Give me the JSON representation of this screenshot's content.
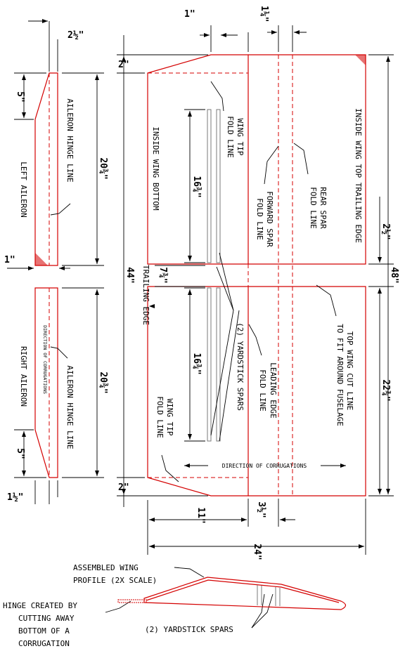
{
  "dimensions": {
    "d_1_top": "1\"",
    "d_1_1_4": "1¼\"",
    "d_2_1_2_top": "2½\"",
    "d_2_top": "2\"",
    "d_5_top": "5\"",
    "d_20_3_4_top": "20¾\"",
    "d_16_3_4_top": "16¾\"",
    "d_44": "44\"",
    "d_48": "48\"",
    "d_2_1_2_right": "2½\"",
    "d_1_mid": "1\"",
    "d_7_3_4": "7¾\"",
    "d_16_3_4_bot": "16¾\"",
    "d_20_3_4_bot": "20¾\"",
    "d_22_3_4": "22¾\"",
    "d_5_bot": "5\"",
    "d_2_bot": "2\"",
    "d_1_1_2": "1½\"",
    "d_11": "11\"",
    "d_3_1_2": "3½\"",
    "d_24": "24\""
  },
  "labels": {
    "left_aileron": "LEFT AILERON",
    "right_aileron": "RIGHT AILERON",
    "aileron_hinge_top": "AILERON HINGE LINE",
    "aileron_hinge_bot": "AILERON HINGE LINE",
    "direction_small": "DIRECTION OF CORRUGATIONS",
    "inside_bottom_1": "INSIDE WING BOTTOM",
    "inside_bottom_2": "TRAILING EDGE",
    "wing_tip_top_1": "WING TIP",
    "wing_tip_top_2": "FOLD LINE",
    "forward_spar_1": "FORWARD SPAR",
    "forward_spar_2": "FOLD LINE",
    "rear_spar_1": "REAR SPAR",
    "rear_spar_2": "FOLD LINE",
    "inside_top": "INSIDE WING TOP TRAILING EDGE",
    "yardstick_spars": "(2) YARDSTICK SPARS",
    "leading_edge_1": "LEADING EDGE",
    "leading_edge_2": "FOLD LINE",
    "top_cut_1": "TOP WING CUT LINE",
    "top_cut_2": "TO FIT AROUND FUSELAGE",
    "wing_tip_bot_1": "WING TIP",
    "wing_tip_bot_2": "FOLD LINE",
    "direction_main": "DIRECTION OF CORRUGATIONS",
    "assembled_1": "ASSEMBLED WING",
    "assembled_2": "PROFILE (2X SCALE)",
    "hinge_1": "HINGE CREATED BY",
    "hinge_2": "CUTTING AWAY",
    "hinge_3": "BOTTOM OF A",
    "hinge_4": "CORRUGATION",
    "yardstick_profile": "(2) YARDSTICK SPARS"
  },
  "colors": {
    "outline": "#d40000",
    "dimension": "#000000",
    "spar": "#7a7a7a"
  }
}
